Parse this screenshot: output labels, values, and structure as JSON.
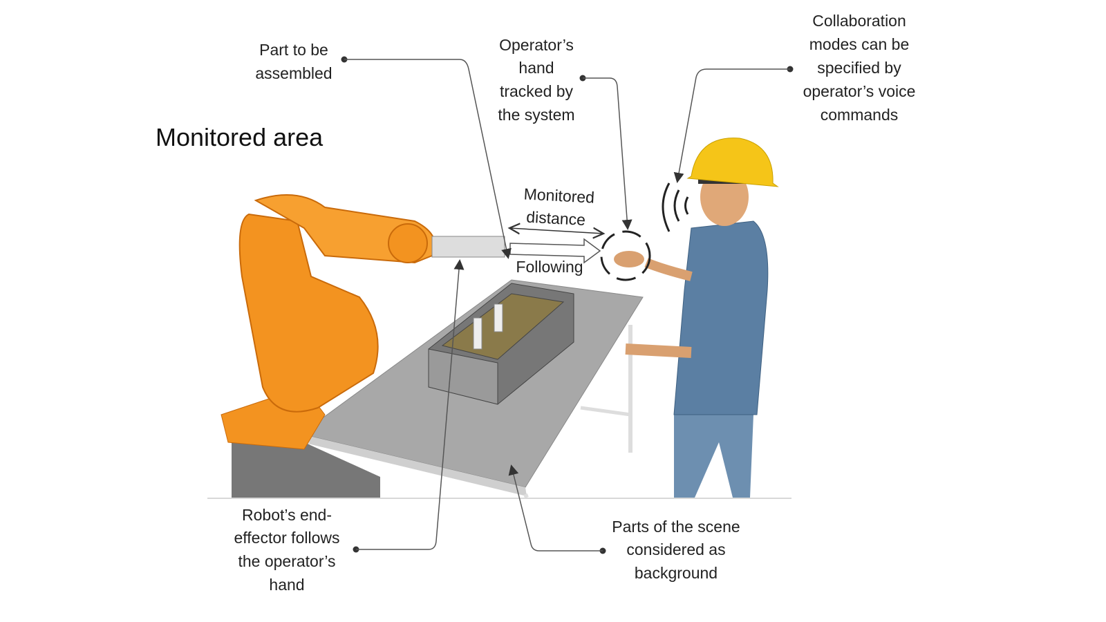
{
  "title": "Monitored area",
  "labels": {
    "part": [
      "Part to be",
      "assembled"
    ],
    "hand": [
      "Operator’s",
      "hand",
      "tracked by",
      "the system"
    ],
    "voice": [
      "Collaboration",
      "modes can be",
      "specified by",
      "operator’s voice",
      "commands"
    ],
    "distance": [
      "Monitored",
      "distance"
    ],
    "following": "Following",
    "robot": [
      "Robot’s end-",
      "effector follows",
      "the operator’s",
      "hand"
    ],
    "background": [
      "Parts of the scene",
      "considered as",
      "background"
    ]
  },
  "colors": {
    "robot": "#f39320",
    "robot_dark": "#c96a0a",
    "table": "#a8a8a8",
    "helmet": "#f5c518",
    "shirt": "#5b7fa3"
  }
}
